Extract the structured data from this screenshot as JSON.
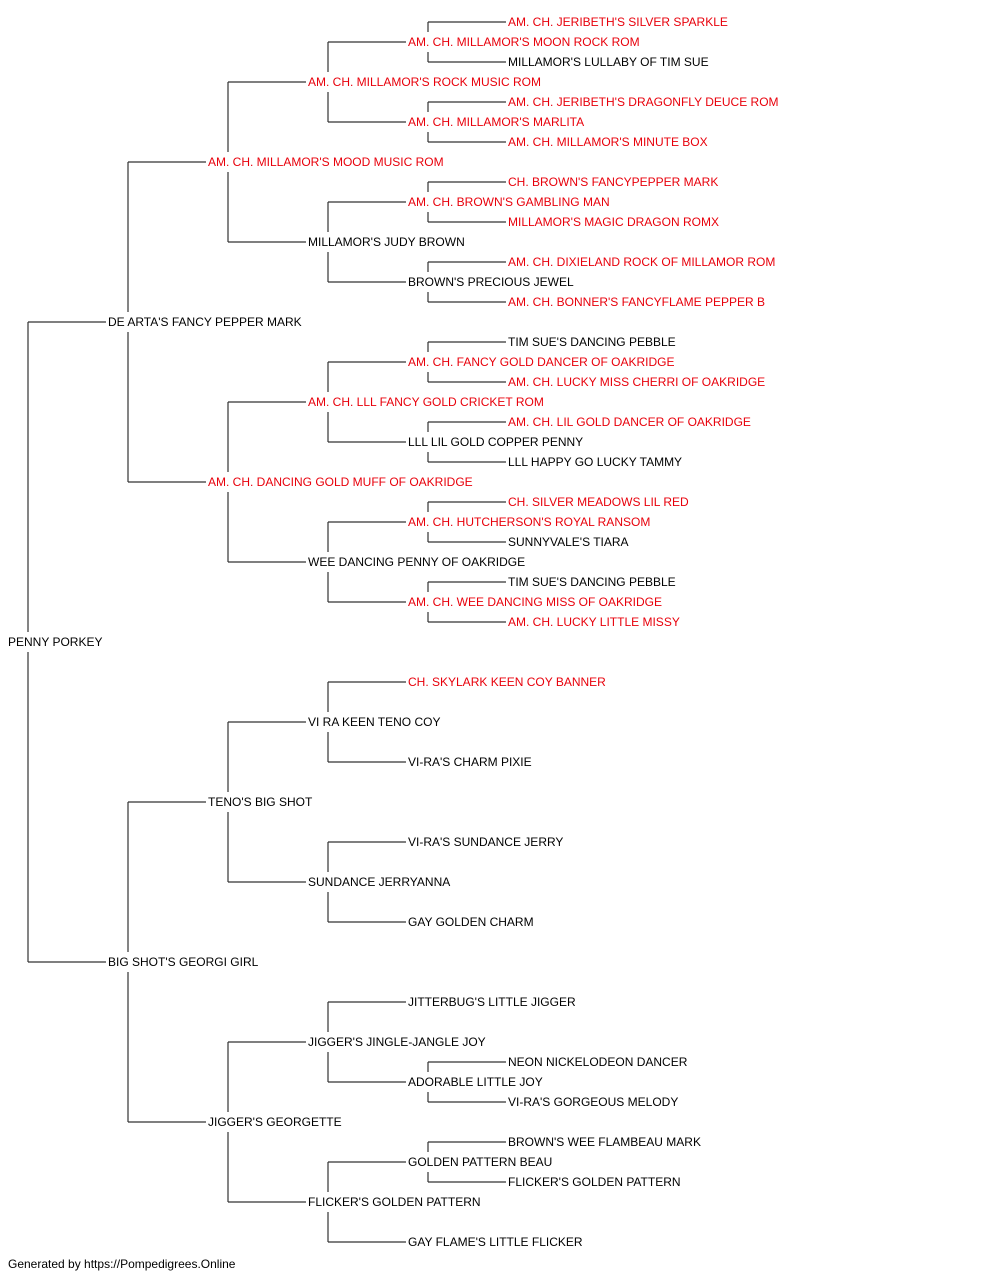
{
  "colors": {
    "champion": "#e8000b",
    "regular": "#000000",
    "connector": "#333333"
  },
  "pedigree": {
    "name": "PENNY PORKEY",
    "champion": false,
    "sire": {
      "name": "DE ARTA'S FANCY PEPPER MARK",
      "champion": false,
      "sire": {
        "name": "AM. CH. MILLAMOR'S MOOD MUSIC ROM",
        "champion": true,
        "sire": {
          "name": "AM. CH. MILLAMOR'S ROCK MUSIC ROM",
          "champion": true,
          "sire": {
            "name": "AM. CH. MILLAMOR'S MOON ROCK ROM",
            "champion": true,
            "sire": {
              "name": "AM. CH. JERIBETH'S SILVER SPARKLE",
              "champion": true
            },
            "dam": {
              "name": "MILLAMOR'S LULLABY OF TIM SUE",
              "champion": false
            }
          },
          "dam": {
            "name": "AM. CH. MILLAMOR'S MARLITA",
            "champion": true,
            "sire": {
              "name": "AM. CH. JERIBETH'S DRAGONFLY DEUCE ROM",
              "champion": true
            },
            "dam": {
              "name": "AM. CH. MILLAMOR'S MINUTE BOX",
              "champion": true
            }
          }
        },
        "dam": {
          "name": "MILLAMOR'S JUDY BROWN",
          "champion": false,
          "sire": {
            "name": "AM. CH. BROWN'S GAMBLING MAN",
            "champion": true,
            "sire": {
              "name": "CH. BROWN'S FANCYPEPPER MARK",
              "champion": true
            },
            "dam": {
              "name": "MILLAMOR'S MAGIC DRAGON ROMX",
              "champion": true
            }
          },
          "dam": {
            "name": "BROWN'S PRECIOUS JEWEL",
            "champion": false,
            "sire": {
              "name": "AM. CH. DIXIELAND ROCK OF MILLAMOR ROM",
              "champion": true
            },
            "dam": {
              "name": "AM. CH. BONNER'S FANCYFLAME PEPPER B",
              "champion": true
            }
          }
        }
      },
      "dam": {
        "name": "AM. CH. DANCING GOLD MUFF OF OAKRIDGE",
        "champion": true,
        "sire": {
          "name": "AM. CH. LLL FANCY GOLD CRICKET ROM",
          "champion": true,
          "sire": {
            "name": "AM. CH. FANCY GOLD DANCER OF OAKRIDGE",
            "champion": true,
            "sire": {
              "name": "TIM SUE'S DANCING PEBBLE",
              "champion": false
            },
            "dam": {
              "name": "AM. CH. LUCKY MISS CHERRI OF OAKRIDGE",
              "champion": true
            }
          },
          "dam": {
            "name": "LLL LIL GOLD COPPER PENNY",
            "champion": false,
            "sire": {
              "name": "AM. CH. LIL GOLD DANCER OF OAKRIDGE",
              "champion": true
            },
            "dam": {
              "name": "LLL HAPPY GO LUCKY TAMMY",
              "champion": false
            }
          }
        },
        "dam": {
          "name": "WEE DANCING PENNY OF OAKRIDGE",
          "champion": false,
          "sire": {
            "name": "AM. CH. HUTCHERSON'S ROYAL RANSOM",
            "champion": true,
            "sire": {
              "name": "CH. SILVER MEADOWS LIL RED",
              "champion": true
            },
            "dam": {
              "name": "SUNNYVALE'S TIARA",
              "champion": false
            }
          },
          "dam": {
            "name": "AM. CH. WEE DANCING MISS OF OAKRIDGE",
            "champion": true,
            "sire": {
              "name": "TIM SUE'S DANCING PEBBLE",
              "champion": false
            },
            "dam": {
              "name": "AM. CH. LUCKY LITTLE MISSY",
              "champion": true
            }
          }
        }
      }
    },
    "dam": {
      "name": "BIG SHOT'S GEORGI GIRL",
      "champion": false,
      "sire": {
        "name": "TENO'S BIG SHOT",
        "champion": false,
        "sire": {
          "name": "VI RA KEEN TENO COY",
          "champion": false,
          "sire": {
            "name": "CH. SKYLARK KEEN COY BANNER",
            "champion": true
          },
          "dam": {
            "name": "VI-RA'S CHARM PIXIE",
            "champion": false
          }
        },
        "dam": {
          "name": "SUNDANCE JERRYANNA",
          "champion": false,
          "sire": {
            "name": "VI-RA'S SUNDANCE JERRY",
            "champion": false
          },
          "dam": {
            "name": "GAY GOLDEN CHARM",
            "champion": false
          }
        }
      },
      "dam": {
        "name": "JIGGER'S GEORGETTE",
        "champion": false,
        "sire": {
          "name": "JIGGER'S JINGLE-JANGLE JOY",
          "champion": false,
          "sire": {
            "name": "JITTERBUG'S LITTLE JIGGER",
            "champion": false
          },
          "dam": {
            "name": "ADORABLE LITTLE JOY",
            "champion": false,
            "sire": {
              "name": "NEON NICKELODEON DANCER",
              "champion": false
            },
            "dam": {
              "name": "VI-RA'S GORGEOUS MELODY",
              "champion": false
            }
          }
        },
        "dam": {
          "name": "FLICKER'S GOLDEN PATTERN",
          "champion": false,
          "sire": {
            "name": "GOLDEN PATTERN BEAU",
            "champion": false,
            "sire": {
              "name": "BROWN'S WEE FLAMBEAU MARK",
              "champion": false
            },
            "dam": {
              "name": "FLICKER'S GOLDEN PATTERN",
              "champion": false
            }
          },
          "dam": {
            "name": "GAY FLAME'S LITTLE FLICKER",
            "champion": false
          }
        }
      }
    }
  },
  "footer": "Generated by https://Pompedigrees.Online"
}
